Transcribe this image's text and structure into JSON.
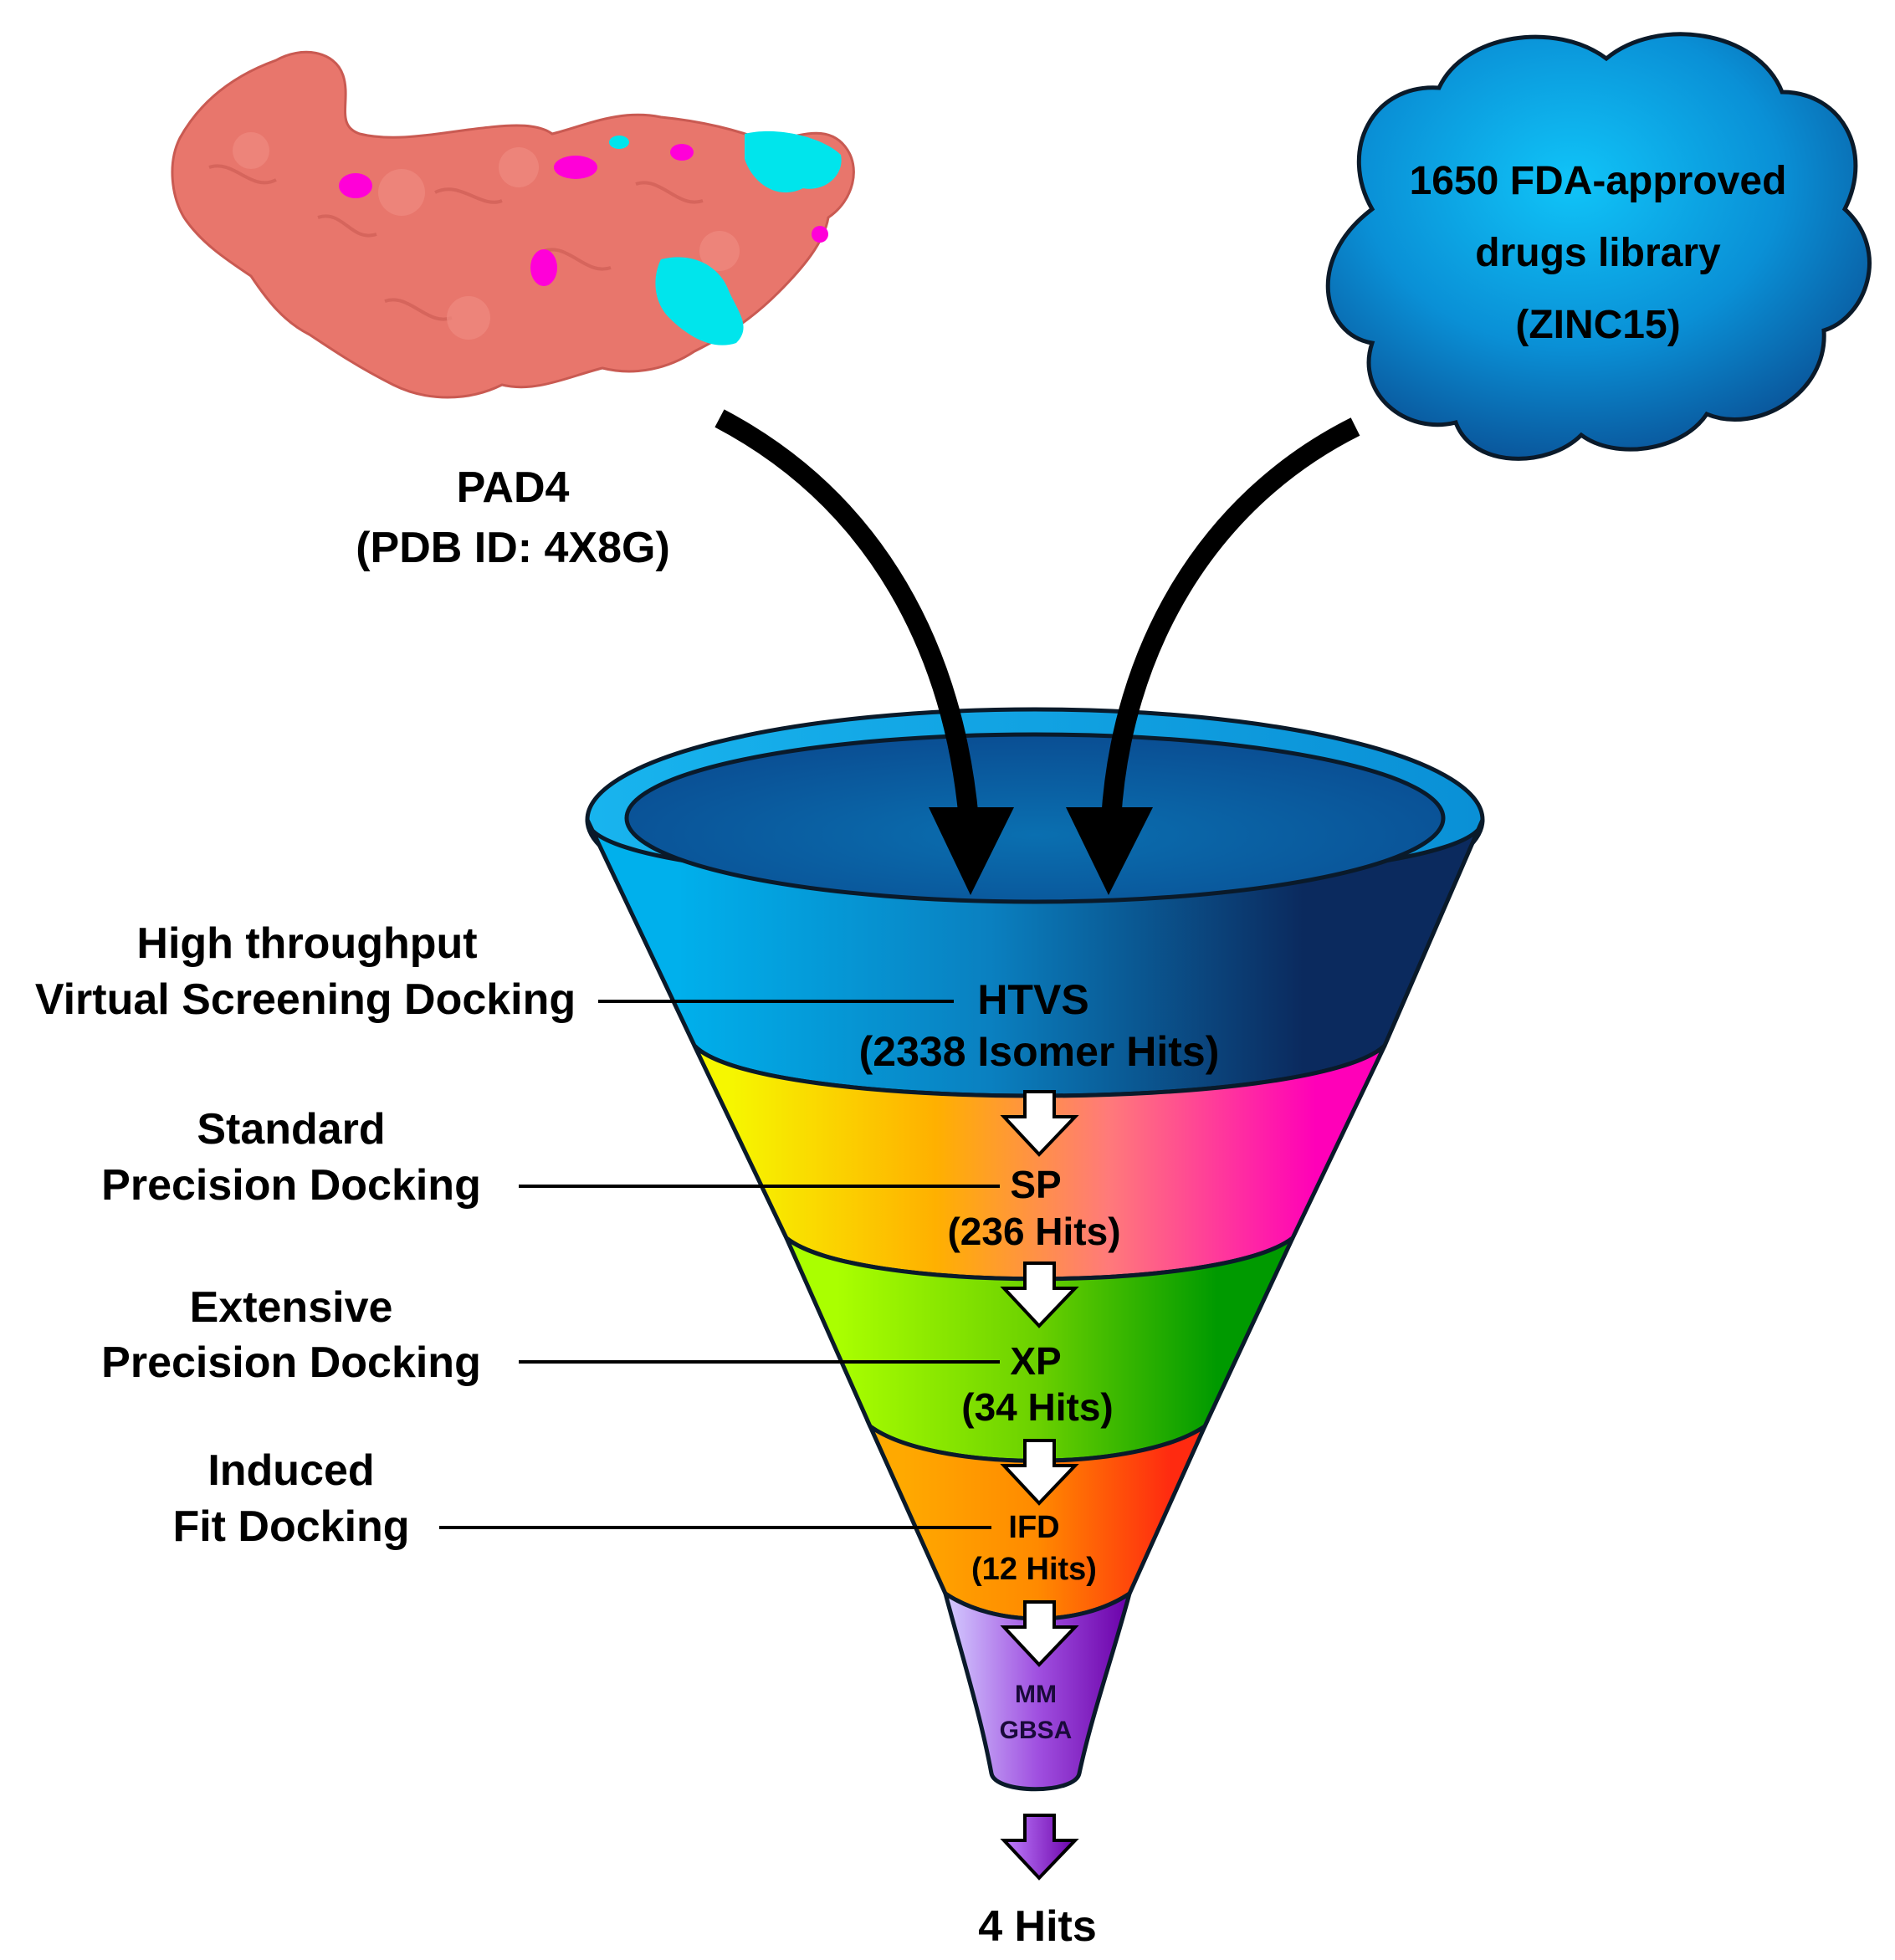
{
  "protein": {
    "name": "PAD4",
    "pdb": "(PDB ID: 4X8G)"
  },
  "library": {
    "line1": "1650 FDA-approved",
    "line2": "drugs library",
    "line3": "(ZINC15)"
  },
  "stages": [
    {
      "id": "htvs",
      "left_line1": "High throughput",
      "left_line2": "Virtual Screening Docking",
      "abbr": "HTVS",
      "hits": "(2338 Isomer Hits)"
    },
    {
      "id": "sp",
      "left_line1": "Standard",
      "left_line2": "Precision Docking",
      "abbr": "SP",
      "hits": "(236 Hits)"
    },
    {
      "id": "xp",
      "left_line1": "Extensive",
      "left_line2": "Precision Docking",
      "abbr": "XP",
      "hits": "(34 Hits)"
    },
    {
      "id": "ifd",
      "left_line1": "Induced",
      "left_line2": "Fit Docking",
      "abbr": "IFD",
      "hits": "(12 Hits)"
    },
    {
      "id": "mmgbsa",
      "abbr_line1": "MM",
      "abbr_line2": "GBSA"
    }
  ],
  "final": "4 Hits",
  "colors": {
    "protein": "#e8766c",
    "protein_site_magenta": "#ff00d8",
    "protein_site_cyan": "#00e5ec",
    "cloud_light": "#08b8f2",
    "cloud_dark": "#0a4e93",
    "htvs_left": "#00b0ec",
    "htvs_right": "#0b2a5e",
    "sp_left": "#f6f700",
    "sp_right": "#ff00b8",
    "xp_left": "#aaff00",
    "xp_right": "#009a00",
    "ifd_left": "#ffa900",
    "ifd_right": "#ff2a10",
    "mm_left": "#d4ccff",
    "mm_right": "#6a00a8",
    "final_arrow": "#8a18c0"
  }
}
